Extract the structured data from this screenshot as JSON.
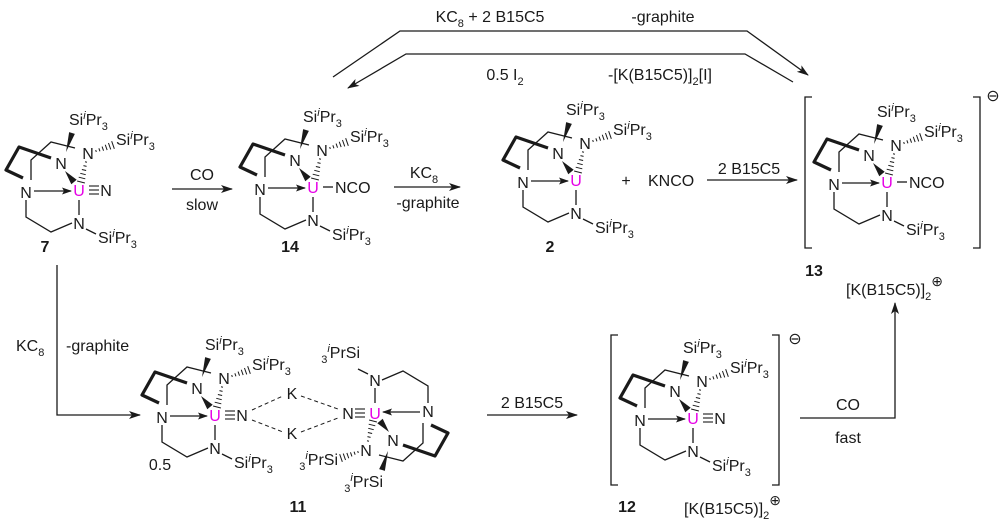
{
  "atoms": {
    "N": "N",
    "U": "U",
    "K": "K",
    "NCO": "NCO"
  },
  "silyl": {
    "si": "Si",
    "iso": "i",
    "pr": "Pr",
    "n": "3",
    "prsi": "PrSi"
  },
  "compounds": {
    "c7": "7",
    "c14": "14",
    "c2": "2",
    "c13": "13",
    "c11": "11",
    "c12": "12"
  },
  "reagents": {
    "top_forward": {
      "kc": "KC",
      "sub8": "8",
      "rest": " + 2 B15C5",
      "byproduct": "-graphite"
    },
    "top_back": {
      "iodine": "0.5 I",
      "sub2": "2",
      "byproduct_a": "-[K(B15C5)]",
      "byproduct_sub": "2",
      "byproduct_b": "[I]"
    },
    "step_7_14": {
      "reagent": "CO",
      "condition": "slow"
    },
    "step_14_2": {
      "kc": "KC",
      "sub8": "8",
      "byproduct": "-graphite"
    },
    "plus": "+",
    "knco": "KNCO",
    "step_2_13": {
      "reagent": "2 B15C5"
    },
    "step_7_11": {
      "kc": "KC",
      "sub8": "8",
      "byproduct": "-graphite"
    },
    "step_11_12": {
      "reagent": "2 B15C5"
    },
    "step_12_13": {
      "reagent": "CO",
      "condition": "fast"
    },
    "coefficient": "0.5"
  },
  "counterion": {
    "main": "[K(B15C5)]",
    "sub": "2",
    "charge": "⊕"
  },
  "anion_charge": "⊖",
  "colors": {
    "uranium": "#e600e6",
    "ink": "#1a1a1a"
  }
}
